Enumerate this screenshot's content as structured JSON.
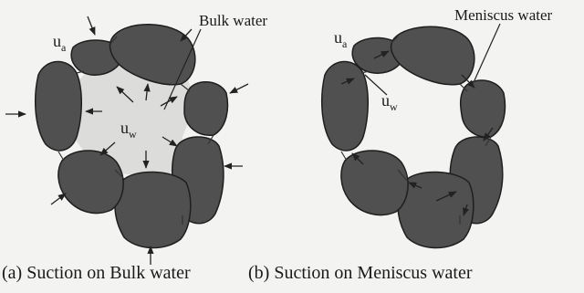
{
  "panel_a": {
    "callout": "Bulk water",
    "air_symbol": "u",
    "air_subscript": "a",
    "water_symbol": "u",
    "water_subscript": "w",
    "caption": "(a) Suction on Bulk water"
  },
  "panel_b": {
    "callout": "Meniscus water",
    "air_symbol": "u",
    "air_subscript": "a",
    "water_symbol": "u",
    "water_subscript": "w",
    "caption": "(b) Suction on Meniscus water"
  },
  "colors": {
    "particle_fill": "#505050",
    "particle_edge": "#1e1e1e",
    "bulk_water": "#dcdcda",
    "background": "#f3f3f1"
  }
}
